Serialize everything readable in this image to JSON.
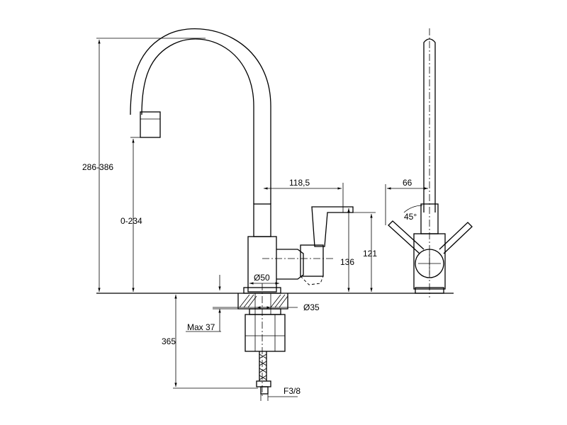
{
  "dimensions": {
    "total_height": "286-386",
    "spout_height": "0-234",
    "reach": "118,5",
    "lever_height": "136",
    "body_height": "121",
    "body_diameter": "Ø50",
    "hole_diameter": "Ø35",
    "max_counter": "Max 37",
    "hose_length": "365",
    "thread": "F3/8",
    "side_offset": "66",
    "lever_angle": "45°"
  }
}
